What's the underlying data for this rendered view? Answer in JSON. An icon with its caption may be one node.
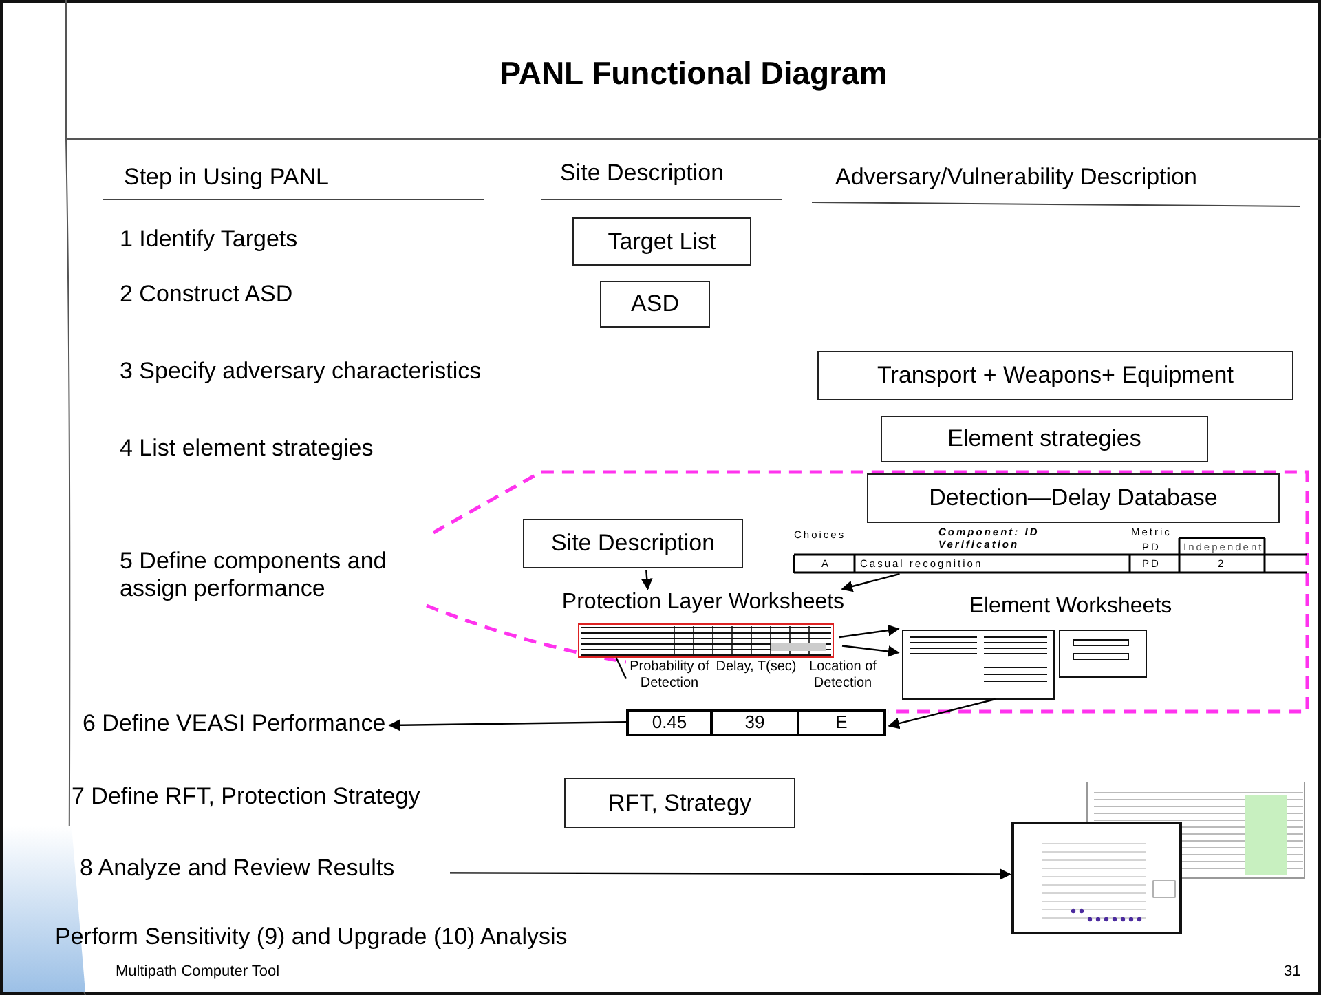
{
  "diagram": {
    "title": "PANL Functional Diagram",
    "nodes": [
      {
        "text": [
          "Target List"
        ]
      },
      {
        "text": [
          "ASD"
        ]
      },
      {
        "text": [
          "Transport + Weapons+ Equipment"
        ]
      },
      {
        "text": [
          "Element strategies"
        ]
      },
      {
        "text": [
          "Detection—Delay Database"
        ]
      },
      {
        "text": [
          "Choices",
          "Component: ID Verification",
          "Metric",
          "PD",
          "Independent",
          "A",
          "Casual recognition",
          "PD",
          "2"
        ]
      },
      {
        "text": [
          "Site Description"
        ]
      },
      {
        "text": [
          "Protection Layer Worksheets"
        ]
      },
      {
        "text": [],
        "shape": "picture"
      },
      {
        "text": [
          "Element Worksheets"
        ]
      },
      {
        "text": [],
        "shape": "picture"
      },
      {
        "text": [
          "Probability of Detection",
          "Delay, T(sec)",
          "Location of Detection",
          "0.45",
          "39",
          "E"
        ]
      },
      {
        "text": [
          "6 Define VEASI Performance"
        ]
      },
      {
        "text": [
          "RFT, Strategy"
        ]
      },
      {
        "text": [
          "8 Analyze and Review Results"
        ]
      },
      {
        "text": [],
        "shape": "picture"
      }
    ],
    "edges": [
      {
        "from": 6,
        "to": 7,
        "arrow": "to"
      },
      {
        "from": 5,
        "to": 7,
        "arrow": "to"
      },
      {
        "from": 8,
        "to": 10,
        "arrow": "to"
      },
      {
        "from": 8,
        "to": 10,
        "arrow": "to"
      },
      {
        "from": 10,
        "to": 11,
        "arrow": "to"
      },
      {
        "from": 11,
        "to": 12,
        "arrow": "to"
      },
      {
        "from": 14,
        "to": 15,
        "arrow": "to"
      },
      {
        "from": 8,
        "to": 11,
        "arrow": "none"
      }
    ],
    "labels": [
      "Step in Using PANL",
      "Site Description",
      "Adversary/Vulnerability Description",
      "1 Identify Targets",
      "2 Construct ASD",
      "3 Specify adversary characteristics",
      "4 List element strategies",
      "5 Define components and assign performance",
      "7 Define RFT, Protection Strategy",
      "Perform Sensitivity (9) and Upgrade (10) Analysis",
      "Multipath Computer Tool",
      "31"
    ]
  }
}
